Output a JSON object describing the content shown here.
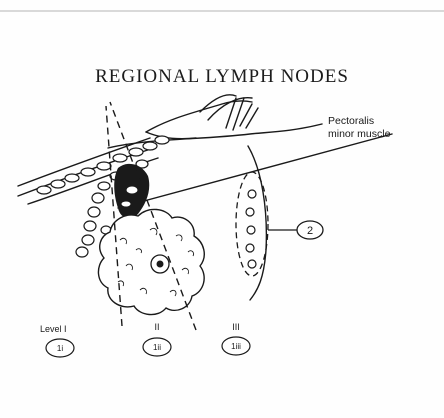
{
  "title": "REGIONAL LYMPH NODES",
  "muscle_label_line1": "Pectoralis",
  "muscle_label_line2": "minor muscle",
  "node_group_label": "2",
  "levels": [
    {
      "label": "Level I",
      "badge": "1i"
    },
    {
      "label": "II",
      "badge": "1ii"
    },
    {
      "label": "III",
      "badge": "1iii"
    }
  ],
  "colors": {
    "ink": "#1a1a1a",
    "background": "#fefefe"
  }
}
